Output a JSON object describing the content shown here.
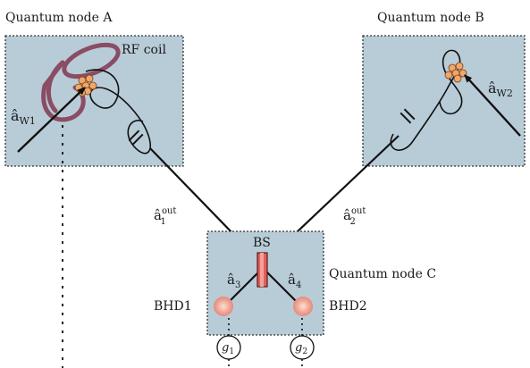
{
  "nodes": {
    "a": {
      "title": "Quantum node A",
      "coil_label": "RF coil",
      "input_symbol": "â",
      "input_sub": "W1"
    },
    "b": {
      "title": "Quantum node B",
      "input_symbol": "â",
      "input_sub": "W2"
    },
    "c": {
      "title": "Quantum node C",
      "bs_label": "BS",
      "detector_1": "BHD1",
      "detector_2": "BHD2"
    }
  },
  "modes": {
    "out1": {
      "symbol": "â",
      "sup": "out",
      "sub": "1"
    },
    "out2": {
      "symbol": "â",
      "sup": "out",
      "sub": "2"
    },
    "a3": {
      "symbol": "â",
      "sub": "3"
    },
    "a4": {
      "symbol": "â",
      "sub": "4"
    }
  },
  "gains": {
    "g1": {
      "symbol": "g",
      "sub": "1"
    },
    "g2": {
      "symbol": "g",
      "sub": "2"
    }
  },
  "colors": {
    "box_fill": "#b8ccd8",
    "coil": "#8a4d63",
    "splitter": "#e0605a",
    "atoms": "#f0a868"
  }
}
